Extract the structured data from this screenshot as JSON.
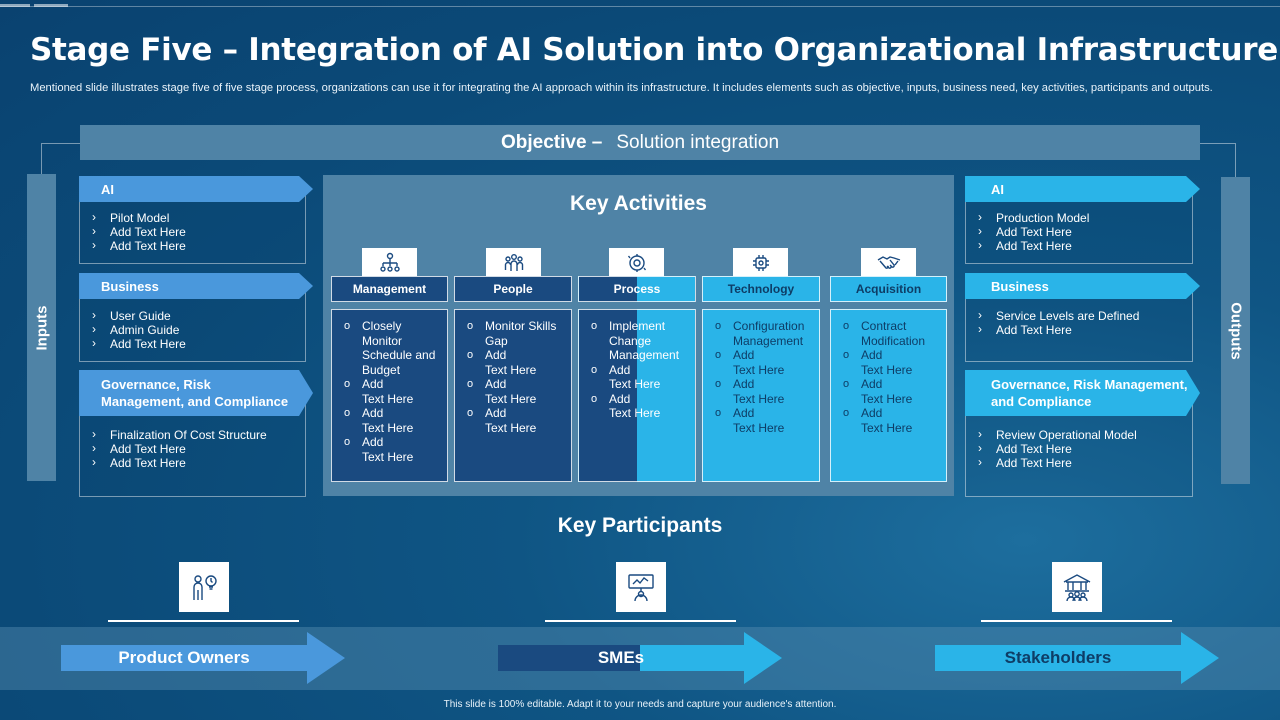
{
  "title": "Stage Five – Integration of AI Solution into Organizational Infrastructure",
  "subtitle": "Mentioned slide illustrates stage five of five stage process, organizations can use it for integrating the AI approach within its infrastructure. It includes elements such as objective, inputs, business need, key activities, participants and outputs.",
  "objective": {
    "label": "Objective –",
    "value": "Solution integration"
  },
  "inputs": {
    "label": "Inputs",
    "sections": [
      {
        "title": "AI",
        "items": [
          "Pilot Model",
          "Add Text Here",
          "Add Text Here"
        ]
      },
      {
        "title": "Business",
        "items": [
          "User Guide",
          "Admin Guide",
          "Add Text Here"
        ]
      },
      {
        "title": "Governance, Risk\nManagement, and Compliance",
        "items": [
          "Finalization Of Cost Structure",
          "Add Text Here",
          "Add Text Here"
        ]
      }
    ]
  },
  "outputs": {
    "label": "Outputs",
    "sections": [
      {
        "title": "AI",
        "items": [
          "Production Model",
          "Add Text Here",
          "Add Text Here"
        ]
      },
      {
        "title": "Business",
        "items": [
          "Service Levels are Defined",
          "Add Text Here"
        ]
      },
      {
        "title": "Governance, Risk Management,\nand Compliance",
        "items": [
          "Review Operational Model",
          "Add Text Here",
          "Add Text Here"
        ]
      }
    ]
  },
  "key_activities": {
    "title": "Key Activities",
    "columns": [
      {
        "name": "Management",
        "icon": "org-chart-icon",
        "items": [
          "Closely Monitor Schedule and Budget",
          "Add\nText Here",
          "Add\nText Here",
          "Add\nText Here"
        ]
      },
      {
        "name": "People",
        "icon": "people-icon",
        "items": [
          "Monitor Skills Gap",
          "Add\nText Here",
          "Add\nText Here",
          "Add\nText Here"
        ]
      },
      {
        "name": "Process",
        "icon": "gear-cycle-icon",
        "items": [
          "Implement Change Management",
          "Add\nText Here",
          "Add\nText Here"
        ]
      },
      {
        "name": "Technology",
        "icon": "chip-icon",
        "items": [
          "Configuration Management",
          "Add\nText Here",
          "Add\nText Here",
          "Add\nText Here"
        ]
      },
      {
        "name": "Acquisition",
        "icon": "handshake-icon",
        "items": [
          "Contract Modification",
          "Add\nText Here",
          "Add\nText Here",
          "Add\nText Here"
        ]
      }
    ]
  },
  "key_participants": {
    "title": "Key Participants",
    "items": [
      {
        "name": "Product Owners",
        "icon": "person-idea-icon"
      },
      {
        "name": "SMEs",
        "icon": "presentation-icon"
      },
      {
        "name": "Stakeholders",
        "icon": "bank-group-icon"
      }
    ]
  },
  "colors": {
    "background": "#0b4a78",
    "panel": "#4f83a6",
    "dark_navy": "#1a4a80",
    "mid_blue": "#4a98dc",
    "cyan": "#2ab4e8"
  },
  "footer": "This slide is 100% editable.  Adapt it to your needs and capture your audience's attention."
}
